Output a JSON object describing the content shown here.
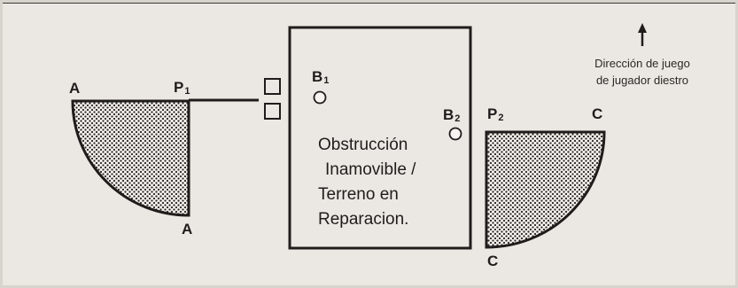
{
  "labels": {
    "A_top": "A",
    "A_bottom": "A",
    "P1": "P",
    "P1_sub": "1",
    "B1": "B",
    "B1_sub": "1",
    "B2": "B",
    "B2_sub": "2",
    "P2": "P",
    "P2_sub": "2",
    "C_top": "C",
    "C_bottom": "C"
  },
  "obstruction": {
    "line1": "Obstrucción",
    "line2": "Inamovible /",
    "line3": "Terreno en",
    "line4": "Reparacion."
  },
  "direction": {
    "line1": "Dirección de juego",
    "line2": "de jugador diestro"
  },
  "colors": {
    "ink": "#1f1d1c",
    "background": "#ebe8e3",
    "stipple": "#2b2826"
  }
}
